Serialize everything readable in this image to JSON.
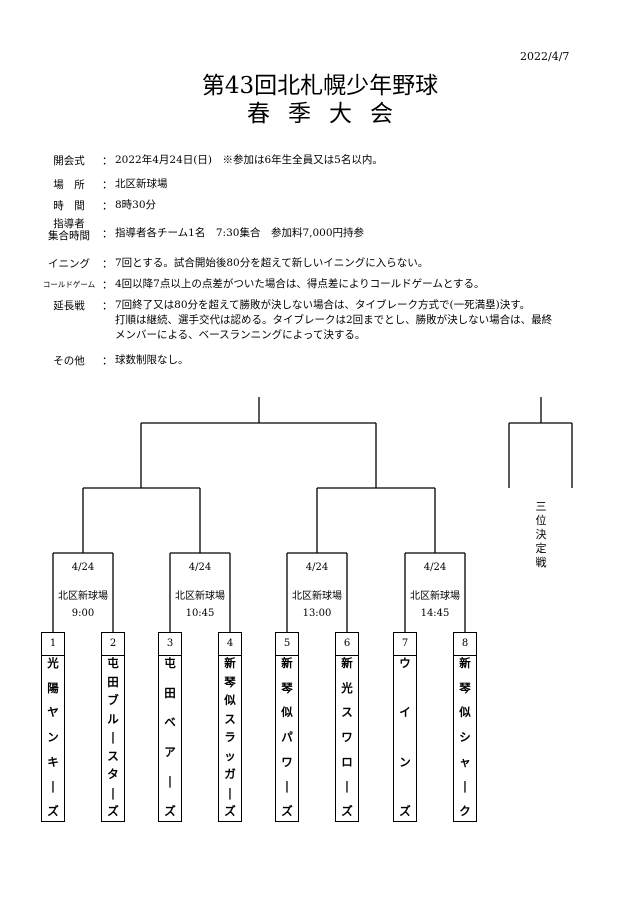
{
  "date": "2022/4/7",
  "title_line1": "第43回北札幌少年野球",
  "title_line2": "春季大会",
  "info": [
    {
      "label": "開会式",
      "colon": "：",
      "lines": [
        "2022年4月24日(日)　※参加は6年生全員又は5名以内。"
      ]
    },
    {
      "label": "場　所",
      "colon": "：",
      "lines": [
        "北区新球場"
      ]
    },
    {
      "label": "時　間",
      "colon": "：",
      "lines": [
        "8時30分"
      ]
    },
    {
      "label": "指導者\n集合時間",
      "colon": "：",
      "lines": [
        "指導者各チーム1名　7:30集合　参加料7,000円持参"
      ]
    },
    {
      "label": "イニング",
      "colon": "：",
      "lines": [
        "7回とする。試合開始後80分を超えて新しいイニングに入らない。"
      ]
    },
    {
      "label": "コールドゲーム",
      "colon": "：",
      "lines": [
        "4回以降7点以上の点差がついた場合は、得点差によりコールドゲームとする。"
      ]
    },
    {
      "label": "延長戦",
      "colon": "：",
      "lines": [
        "7回終了又は80分を超えて勝敗が決しない場合は、タイブレーク方式で(一死満塁)決す。",
        "打順は継続、選手交代は認める。タイブレークは2回までとし、勝敗が決しない場合は、最終",
        "メンバーによる、ベースランニングによって決する。"
      ]
    },
    {
      "label": "その他",
      "colon": "：",
      "lines": [
        "球数制限なし。"
      ]
    }
  ],
  "games": [
    {
      "date": "4/24",
      "venue": "北区新球場",
      "time": "9:00"
    },
    {
      "date": "4/24",
      "venue": "北区新球場",
      "time": "10:45"
    },
    {
      "date": "4/24",
      "venue": "北区新球場",
      "time": "13:00"
    },
    {
      "date": "4/24",
      "venue": "北区新球場",
      "time": "14:45"
    }
  ],
  "teams": [
    {
      "num": "1",
      "name": "光陽ヤンキーズ"
    },
    {
      "num": "2",
      "name": "屯田ブルースターズ"
    },
    {
      "num": "3",
      "name": "屯田ベアーズ"
    },
    {
      "num": "4",
      "name": "新琴似スラッガーズ"
    },
    {
      "num": "5",
      "name": "新琴似パワーズ"
    },
    {
      "num": "6",
      "name": "新光スワローズ"
    },
    {
      "num": "7",
      "name": "ウインズ"
    },
    {
      "num": "8",
      "name": "新琴似シャーク"
    }
  ],
  "third_place": "三位決定戦"
}
